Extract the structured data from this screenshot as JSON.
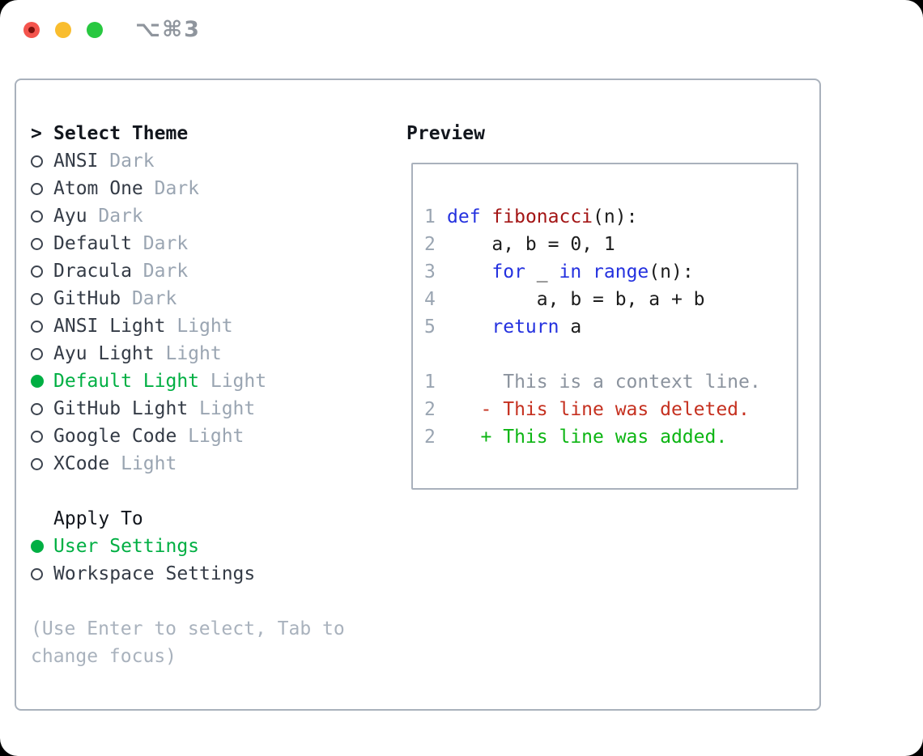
{
  "window": {
    "titlebar": {
      "shortcut_label": "⌥⌘3",
      "traffic_lights": [
        {
          "name": "close",
          "color": "#f4544d"
        },
        {
          "name": "minimize",
          "color": "#f9bd2e"
        },
        {
          "name": "zoom",
          "color": "#28c840"
        }
      ]
    }
  },
  "theme_panel": {
    "prompt": ">",
    "title": "Select Theme",
    "themes": [
      {
        "name": "ANSI",
        "variant": "Dark",
        "selected": false
      },
      {
        "name": "Atom One",
        "variant": "Dark",
        "selected": false
      },
      {
        "name": "Ayu",
        "variant": "Dark",
        "selected": false
      },
      {
        "name": "Default",
        "variant": "Dark",
        "selected": false
      },
      {
        "name": "Dracula",
        "variant": "Dark",
        "selected": false
      },
      {
        "name": "GitHub",
        "variant": "Dark",
        "selected": false
      },
      {
        "name": "ANSI Light",
        "variant": "Light",
        "selected": false
      },
      {
        "name": "Ayu Light",
        "variant": "Light",
        "selected": false
      },
      {
        "name": "Default Light",
        "variant": "Light",
        "selected": true
      },
      {
        "name": "GitHub Light",
        "variant": "Light",
        "selected": false
      },
      {
        "name": "Google Code",
        "variant": "Light",
        "selected": false
      },
      {
        "name": "XCode",
        "variant": "Light",
        "selected": false
      }
    ],
    "apply_to": {
      "title": "Apply To",
      "options": [
        {
          "label": "User Settings",
          "selected": true
        },
        {
          "label": "Workspace Settings",
          "selected": false
        }
      ]
    },
    "hint_lines": [
      "(Use Enter to select, Tab to",
      "change focus)"
    ]
  },
  "preview": {
    "title": "Preview",
    "code_lines": [
      {
        "num": "1",
        "segments": [
          {
            "text": "def",
            "style": "keyword"
          },
          {
            "text": " ",
            "style": "plain"
          },
          {
            "text": "fibonacci",
            "style": "function"
          },
          {
            "text": "(n):",
            "style": "plain"
          }
        ]
      },
      {
        "num": "2",
        "segments": [
          {
            "text": "    a, b = 0, 1",
            "style": "plain"
          }
        ]
      },
      {
        "num": "3",
        "segments": [
          {
            "text": "    ",
            "style": "plain"
          },
          {
            "text": "for",
            "style": "keyword"
          },
          {
            "text": " _ ",
            "style": "plain"
          },
          {
            "text": "in",
            "style": "keyword"
          },
          {
            "text": " ",
            "style": "plain"
          },
          {
            "text": "range",
            "style": "keyword"
          },
          {
            "text": "(n):",
            "style": "plain"
          }
        ]
      },
      {
        "num": "4",
        "segments": [
          {
            "text": "        a, b = b, a + b",
            "style": "plain"
          }
        ]
      },
      {
        "num": "5",
        "segments": [
          {
            "text": "    ",
            "style": "plain"
          },
          {
            "text": "return",
            "style": "keyword"
          },
          {
            "text": " a",
            "style": "plain"
          }
        ]
      },
      {
        "num": "",
        "segments": []
      },
      {
        "num": "1",
        "segments": [
          {
            "text": "     This is a context line.",
            "style": "context"
          }
        ]
      },
      {
        "num": "2",
        "segments": [
          {
            "text": "   - This line was deleted.",
            "style": "deleted"
          }
        ]
      },
      {
        "num": "2",
        "segments": [
          {
            "text": "   + This line was added.",
            "style": "added"
          }
        ]
      }
    ]
  },
  "colors": {
    "selection_green": "#00af43",
    "added_green": "#0cb513",
    "deleted_red": "#c5301f",
    "context_gray": "#8b939e",
    "keyword_blue": "#2431df",
    "function_red": "#a31515",
    "muted_gray": "#9aa5b2",
    "dark_text": "#343b46",
    "header_text": "#12161d",
    "hint_gray": "#a9b2bd",
    "panel_border": "#a9b1bc",
    "titlebar_gray": "#8f959d"
  }
}
